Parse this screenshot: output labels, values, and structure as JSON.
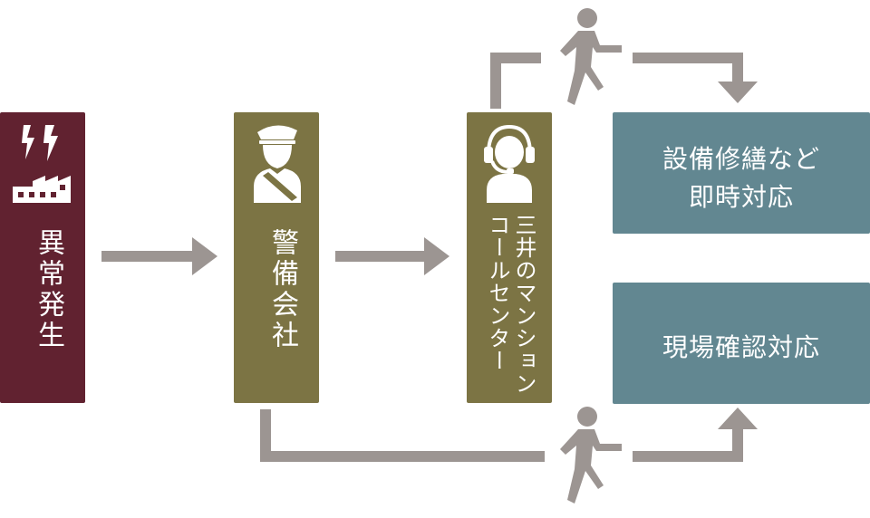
{
  "colors": {
    "incident": "#612230",
    "olive": "#7c7444",
    "teal": "#628791",
    "arrow": "#9c9592",
    "white": "#ffffff"
  },
  "boxes": {
    "incident": {
      "label": "異常発生",
      "icon": "factory-lightning-icon"
    },
    "security_company": {
      "label": "警備会社",
      "icon": "guard-icon"
    },
    "call_center": {
      "label_line1": "三井のマンション",
      "label_line2": "コールセンター",
      "icon": "headset-operator-icon"
    },
    "repair": {
      "label_line1": "設備修繕など",
      "label_line2": "即時対応"
    },
    "onsite": {
      "label": "現場確認対応"
    }
  },
  "icons": {
    "walker_top": "walking-person-icon",
    "walker_bottom": "walking-person-icon"
  }
}
